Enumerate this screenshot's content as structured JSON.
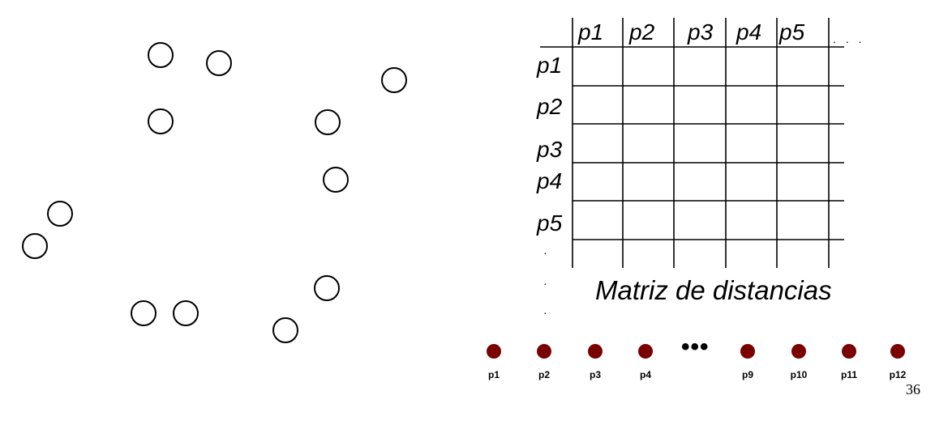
{
  "matrix": {
    "col_headers": [
      "p1",
      "p2",
      "p3",
      "p4",
      "p5"
    ],
    "col_more": ". . .",
    "row_headers": [
      "p1",
      "p2",
      "p3",
      "p4",
      "p5"
    ],
    "row_more": [
      "·",
      "·",
      "·"
    ],
    "title": "Matriz de distancias"
  },
  "leaves": {
    "labels": [
      "p1",
      "p2",
      "p3",
      "p4",
      "p9",
      "p10",
      "p11",
      "p12"
    ],
    "ellipsis": "•••",
    "color": "#7a0000"
  },
  "page_number": "36"
}
